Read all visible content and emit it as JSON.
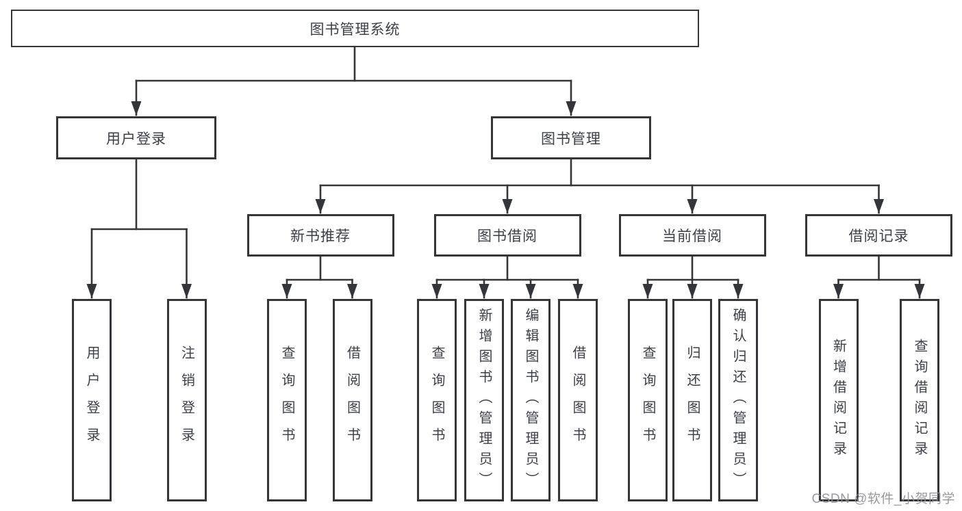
{
  "tree": {
    "root": {
      "label": "图书管理系统"
    },
    "branches": [
      {
        "label": "用户登录",
        "children": [
          {
            "label": "用户登录"
          },
          {
            "label": "注销登录"
          }
        ]
      },
      {
        "label": "图书管理",
        "children": [
          {
            "label": "新书推荐",
            "children": [
              {
                "label": "查询图书"
              },
              {
                "label": "借阅图书"
              }
            ]
          },
          {
            "label": "图书借阅",
            "children": [
              {
                "label": "查询图书"
              },
              {
                "label": "新增图书（管理员）"
              },
              {
                "label": "编辑图书（管理员）"
              },
              {
                "label": "借阅图书"
              }
            ]
          },
          {
            "label": "当前借阅",
            "children": [
              {
                "label": "查询图书"
              },
              {
                "label": "归还图书"
              },
              {
                "label": "确认归还（管理员）"
              }
            ]
          },
          {
            "label": "借阅记录",
            "children": [
              {
                "label": "新增借阅记录"
              },
              {
                "label": "查询借阅记录"
              }
            ]
          }
        ]
      }
    ]
  },
  "watermark": "CSDN @软件_小贺同学",
  "colors": {
    "line": "#333538",
    "text": "#3d3f47",
    "watermark": "#8f8f92",
    "background": "#ffffff"
  }
}
